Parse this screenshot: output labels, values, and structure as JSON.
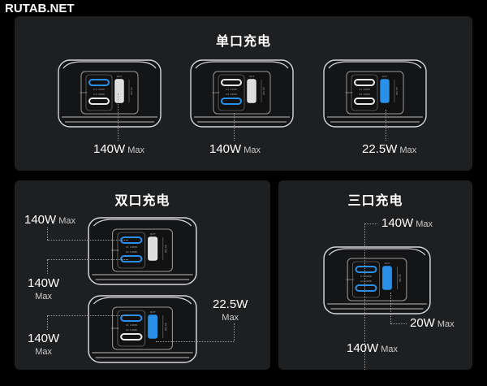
{
  "watermark": "RUTAB.NET",
  "port_labels": {
    "c1": "C1 140W",
    "c2": "C2 140W",
    "usb_a": "OUT",
    "usb_a_power": "22.5W",
    "inout": "IN/OUT"
  },
  "colors": {
    "active": "#2a8fe6",
    "inactive": "#e8e8e8",
    "panel": "#1e1f21"
  },
  "single": {
    "title": "单口充电",
    "chargers": [
      {
        "c1": true,
        "c2": false,
        "a": false,
        "label": "140W",
        "max": "Max"
      },
      {
        "c1": false,
        "c2": true,
        "a": false,
        "label": "140W",
        "max": "Max"
      },
      {
        "c1": false,
        "c2": false,
        "a": true,
        "label": "22.5W",
        "max": "Max"
      }
    ]
  },
  "dual": {
    "title": "双口充电",
    "chargers": [
      {
        "c1": true,
        "c2": true,
        "a": false
      },
      {
        "c1": true,
        "c2": false,
        "a": true
      }
    ],
    "labels": [
      {
        "value": "140W",
        "max": "Max"
      },
      {
        "value": "140W",
        "max": "Max"
      },
      {
        "value": "140W",
        "max": "Max"
      },
      {
        "value": "22.5W",
        "max": "Max"
      }
    ]
  },
  "triple": {
    "title": "三口充电",
    "charger": {
      "c1": true,
      "c2": true,
      "a": true
    },
    "labels": [
      {
        "value": "140W",
        "max": "Max"
      },
      {
        "value": "20W",
        "max": "Max"
      },
      {
        "value": "140W",
        "max": "Max"
      }
    ]
  }
}
